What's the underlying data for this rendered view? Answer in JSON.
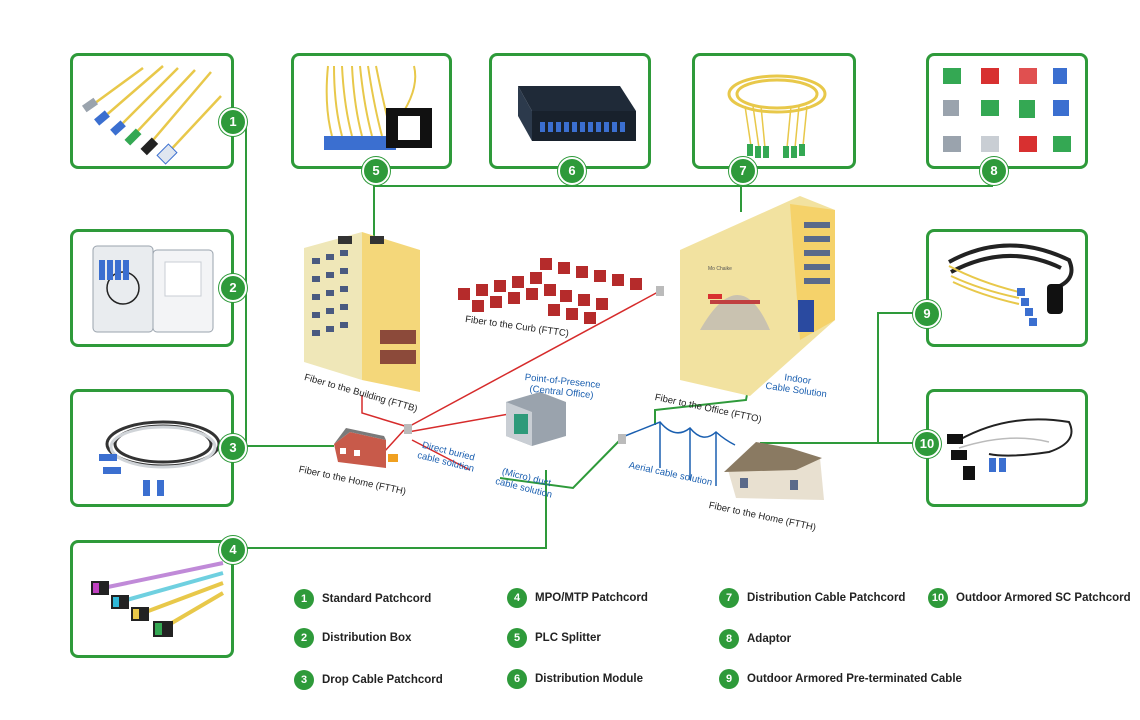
{
  "colors": {
    "accent": "#2e9a3a",
    "link_red": "#d62b2b",
    "label_blue": "#1a5fb0"
  },
  "products": [
    {
      "num": "1",
      "icon": "patchcord-icon"
    },
    {
      "num": "2",
      "icon": "distribution-box-icon"
    },
    {
      "num": "3",
      "icon": "drop-cable-icon"
    },
    {
      "num": "4",
      "icon": "mpo-patchcord-icon"
    },
    {
      "num": "5",
      "icon": "plc-splitter-icon"
    },
    {
      "num": "6",
      "icon": "distribution-module-icon"
    },
    {
      "num": "7",
      "icon": "distribution-cable-icon"
    },
    {
      "num": "8",
      "icon": "adaptor-icon"
    },
    {
      "num": "9",
      "icon": "pre-terminated-cable-icon"
    },
    {
      "num": "10",
      "icon": "armored-patchcord-icon"
    }
  ],
  "scene_labels": {
    "fttb": "Fiber to the Building (FTTB)",
    "fttc": "Fiber to the Curb (FTTC)",
    "ftth_left": "Fiber to the Home (FTTH)",
    "ftth_right": "Fiber to the Home (FTTH)",
    "ftto": "Fiber to the Office (FTTO)",
    "pop_line1": "Point-of-Presence",
    "pop_line2": "(Central Office)",
    "buried_line1": "Direct buried",
    "buried_line2": "cable solution",
    "duct_line1": "(Micro) duct",
    "duct_line2": "cable solution",
    "aerial": "Aerial cable solution",
    "indoor_line1": "Indoor",
    "indoor_line2": "Cable Solution",
    "office_sign": "Mo Chaike"
  },
  "legend": [
    {
      "num": "1",
      "label": "Standard Patchcord"
    },
    {
      "num": "2",
      "label": "Distribution Box"
    },
    {
      "num": "3",
      "label": "Drop Cable Patchcord"
    },
    {
      "num": "4",
      "label": "MPO/MTP Patchcord"
    },
    {
      "num": "5",
      "label": "PLC Splitter"
    },
    {
      "num": "6",
      "label": "Distribution Module"
    },
    {
      "num": "7",
      "label": "Distribution Cable Patchcord"
    },
    {
      "num": "8",
      "label": "Adaptor"
    },
    {
      "num": "9",
      "label": "Outdoor Armored Pre-terminated Cable"
    },
    {
      "num": "10",
      "label": "Outdoor Armored SC Patchcord"
    }
  ]
}
